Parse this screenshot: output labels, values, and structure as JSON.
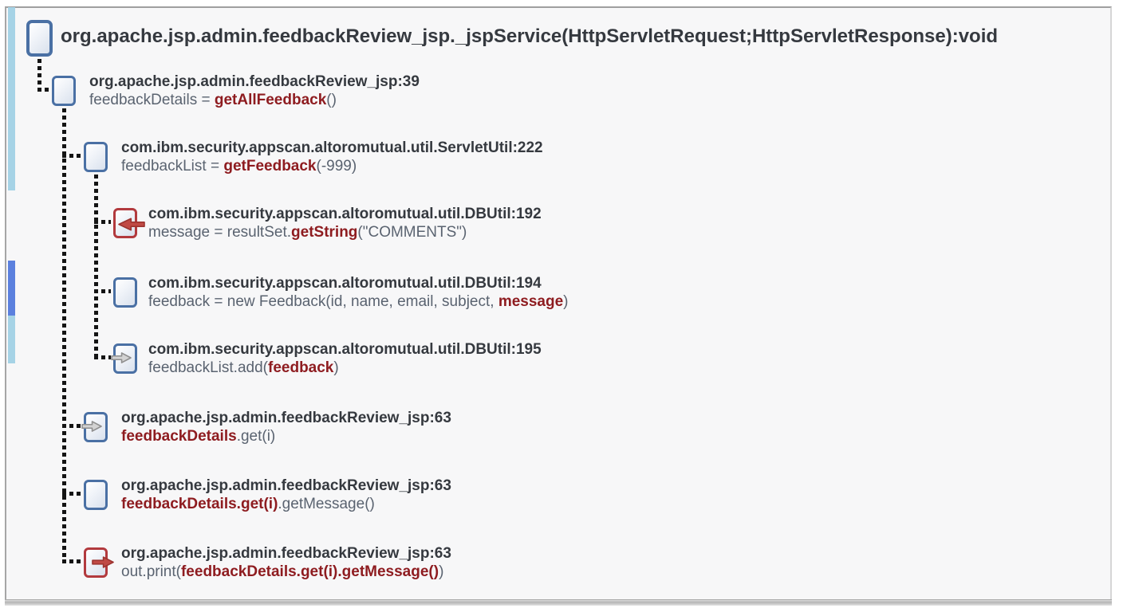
{
  "panel": {
    "name": "security-trace-panel",
    "background": "#f7f7f8",
    "overview_markers": [
      {
        "label": "trace-range-top",
        "color": "#a6d3e6"
      },
      {
        "label": "selected-range",
        "color": "#5b80de"
      },
      {
        "label": "trace-range-bottom",
        "color": "#a6d3e6"
      }
    ]
  },
  "colors": {
    "node_border_blue": "#4a70a4",
    "taint_border_red": "#b23a3e",
    "tainted_text": "#8e1c20",
    "code_text": "#5a6370",
    "location_text": "#35393f"
  },
  "icons": {
    "node": "method-call-node-icon",
    "source": "taint-source-icon",
    "step": "taint-propagation-icon",
    "sink": "taint-sink-icon"
  },
  "trace": {
    "rows": [
      {
        "level": 0,
        "kind": "node",
        "location": "org.apache.jsp.admin.feedbackReview_jsp._jspService(HttpServletRequest;HttpServletResponse):void",
        "code": []
      },
      {
        "level": 1,
        "kind": "node",
        "location": "org.apache.jsp.admin.feedbackReview_jsp:39",
        "code": [
          {
            "text": "feedbackDetails = ",
            "tainted": false
          },
          {
            "text": "getAllFeedback",
            "tainted": true
          },
          {
            "text": "()",
            "tainted": false
          }
        ]
      },
      {
        "level": 2,
        "kind": "node",
        "location": "com.ibm.security.appscan.altoromutual.util.ServletUtil:222",
        "code": [
          {
            "text": "feedbackList = ",
            "tainted": false
          },
          {
            "text": "getFeedback",
            "tainted": true
          },
          {
            "text": "(-999)",
            "tainted": false
          }
        ]
      },
      {
        "level": 3,
        "kind": "source",
        "location": "com.ibm.security.appscan.altoromutual.util.DBUtil:192",
        "code": [
          {
            "text": "message = resultSet.",
            "tainted": false
          },
          {
            "text": "getString",
            "tainted": true
          },
          {
            "text": "(\"COMMENTS\")",
            "tainted": false
          }
        ]
      },
      {
        "level": 3,
        "kind": "node",
        "location": "com.ibm.security.appscan.altoromutual.util.DBUtil:194",
        "code": [
          {
            "text": "feedback = new Feedback(id, name, email, subject, ",
            "tainted": false
          },
          {
            "text": "message",
            "tainted": true
          },
          {
            "text": ")",
            "tainted": false
          }
        ]
      },
      {
        "level": 3,
        "kind": "step",
        "location": "com.ibm.security.appscan.altoromutual.util.DBUtil:195",
        "code": [
          {
            "text": "feedbackList.add(",
            "tainted": false
          },
          {
            "text": "feedback",
            "tainted": true
          },
          {
            "text": ")",
            "tainted": false
          }
        ]
      },
      {
        "level": 2,
        "kind": "step",
        "location": "org.apache.jsp.admin.feedbackReview_jsp:63",
        "code": [
          {
            "text": "feedbackDetails",
            "tainted": true
          },
          {
            "text": ".get(i)",
            "tainted": false
          }
        ]
      },
      {
        "level": 2,
        "kind": "node",
        "location": "org.apache.jsp.admin.feedbackReview_jsp:63",
        "code": [
          {
            "text": "feedbackDetails.get(i)",
            "tainted": true
          },
          {
            "text": ".getMessage()",
            "tainted": false
          }
        ]
      },
      {
        "level": 2,
        "kind": "sink",
        "location": "org.apache.jsp.admin.feedbackReview_jsp:63",
        "code": [
          {
            "text": "out.print(",
            "tainted": false
          },
          {
            "text": "feedbackDetails.get(i).getMessage()",
            "tainted": true
          },
          {
            "text": ")",
            "tainted": false
          }
        ]
      }
    ]
  }
}
